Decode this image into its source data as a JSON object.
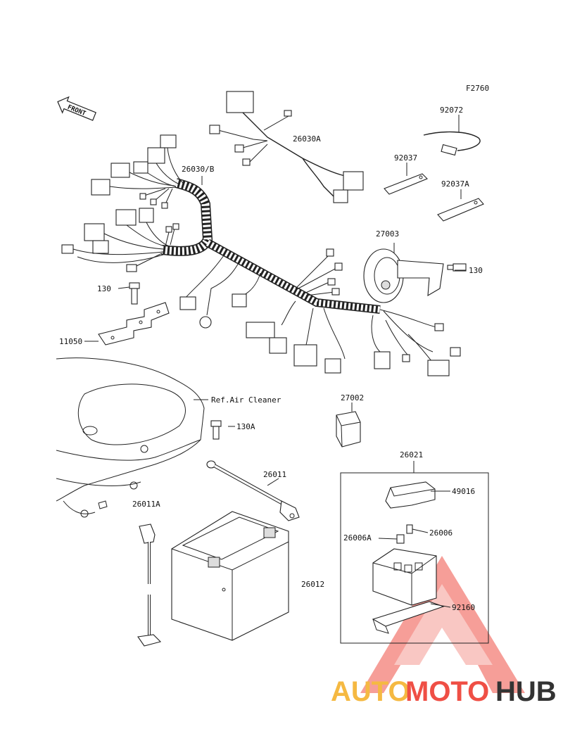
{
  "figure_code": "F2760",
  "front_label": "FRONT",
  "reference_label": "Ref.Air Cleaner",
  "part_numbers": {
    "p92072": "92072",
    "p26030A": "26030A",
    "p26030B": "26030/B",
    "p92037": "92037",
    "p92037A": "92037A",
    "p27003": "27003",
    "p130_right": "130",
    "p130_left": "130",
    "p11050": "11050",
    "p130A": "130A",
    "p27002": "27002",
    "p26021": "26021",
    "p26011": "26011",
    "p26011A": "26011A",
    "p49016": "49016",
    "p26006A": "26006A",
    "p26006": "26006",
    "p26012": "26012",
    "p92160": "92160"
  },
  "watermark": {
    "part1": "AUTO",
    "part2": "MOTO",
    "part3": "HUB",
    "colors": {
      "part1": "#f5b942",
      "part2": "#ef4f45",
      "part3": "#333333",
      "triangle": "#ef4f45"
    }
  }
}
